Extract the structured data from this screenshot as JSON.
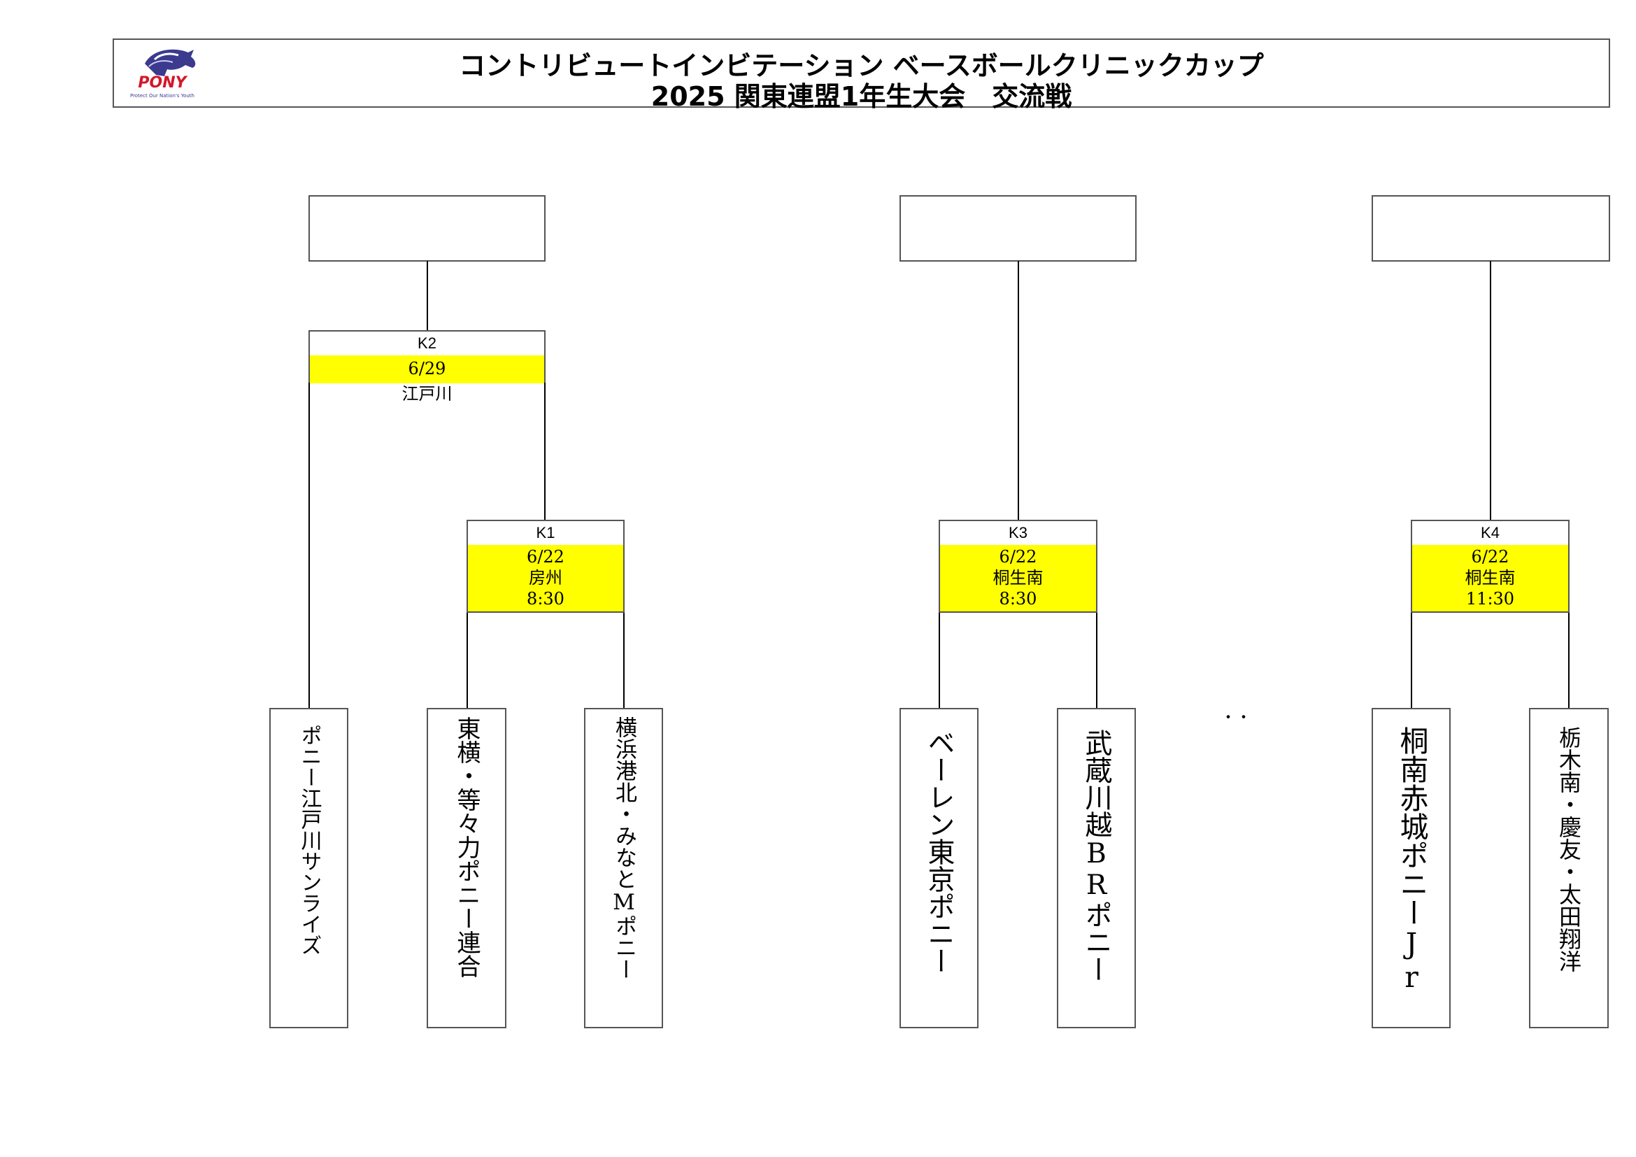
{
  "header": {
    "title_line1": "コントリビュートインビテーション ベースボールクリニックカップ",
    "title_line2": "2025 関東連盟1年生大会　交流戦",
    "logo_text": "PONY",
    "logo_tagline": "Protect Our Nation's Youth"
  },
  "matches": {
    "k2": {
      "id": "K2",
      "date": "6/29",
      "venue": "江戸川"
    },
    "k1": {
      "id": "K1",
      "date": "6/22",
      "venue": "房州",
      "time": "8:30"
    },
    "k3": {
      "id": "K3",
      "date": "6/22",
      "venue": "桐生南",
      "time": "8:30"
    },
    "k4": {
      "id": "K4",
      "date": "6/22",
      "venue": "桐生南",
      "time": "11:30"
    }
  },
  "teams": {
    "t1": "ポニー江戸川サンライズ",
    "t2": "東横・等々力ポニー連合",
    "t3": "横浜港北・みなとMポニー",
    "t4": "ベーレン東京ポニー",
    "t5": "武蔵川越BRポニー",
    "t6": "桐南赤城ポニーJr",
    "t7": "栃木南・慶友・太田翔洋"
  },
  "separator": "・・",
  "colors": {
    "highlight": "#ffff00",
    "border": "#555555"
  }
}
